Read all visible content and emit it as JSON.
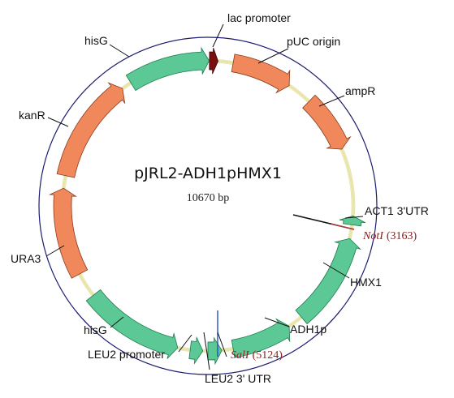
{
  "plasmid": {
    "name": "pJRL2-ADH1pHMX1",
    "size_label": "10670 bp"
  },
  "features": [
    {
      "id": "lac-promoter",
      "label": "lac promoter",
      "color": "#7a0f10",
      "stroke": "#3d0505"
    },
    {
      "id": "puc-origin",
      "label": "pUC origin",
      "color": "#f0885c",
      "stroke": "#8c3a1a"
    },
    {
      "id": "ampr",
      "label": "ampR",
      "color": "#f0885c",
      "stroke": "#8c3a1a"
    },
    {
      "id": "act1-utr",
      "label": "ACT1 3'UTR",
      "color": "#5cc896",
      "stroke": "#1e7a4c"
    },
    {
      "id": "hmx1",
      "label": "HMX1",
      "color": "#5cc896",
      "stroke": "#1e7a4c"
    },
    {
      "id": "adh1p",
      "label": "ADH1p",
      "color": "#5cc896",
      "stroke": "#1e7a4c"
    },
    {
      "id": "leu2-utr",
      "label": "LEU2 3' UTR",
      "color": "#5cc896",
      "stroke": "#1e7a4c"
    },
    {
      "id": "leu2-promoter",
      "label": "LEU2 promoter",
      "color": "#5cc896",
      "stroke": "#1e7a4c"
    },
    {
      "id": "hisg-bottom",
      "label": "hisG",
      "color": "#5cc896",
      "stroke": "#1e7a4c"
    },
    {
      "id": "ura3",
      "label": "URA3",
      "color": "#f0885c",
      "stroke": "#8c3a1a"
    },
    {
      "id": "kanr",
      "label": "kanR",
      "color": "#f0885c",
      "stroke": "#8c3a1a"
    },
    {
      "id": "hisg-top",
      "label": "hisG",
      "color": "#5cc896",
      "stroke": "#1e7a4c"
    }
  ],
  "sites": [
    {
      "id": "noti",
      "name": "NotI",
      "position": "(3163)"
    },
    {
      "id": "sali",
      "name": "SalI",
      "position": "(5124)"
    }
  ],
  "colors": {
    "backbone_outer": "#1b1b6e",
    "backbone_inner": "#e8e6a0",
    "leader": "#111111"
  }
}
